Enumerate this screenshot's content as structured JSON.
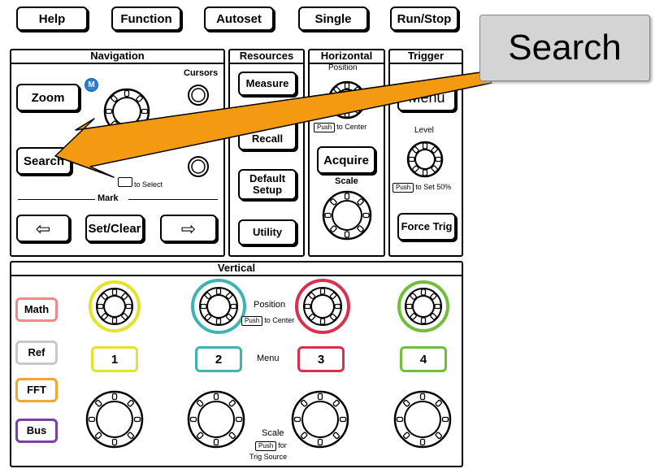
{
  "top_buttons": [
    "Help",
    "Function",
    "Autoset",
    "Single",
    "Run/Stop"
  ],
  "callout": {
    "label": "Search"
  },
  "navigation": {
    "title": "Navigation",
    "zoom": "Zoom",
    "m_badge": "M",
    "cursors": "Cursors",
    "search": "Search",
    "to_select": "to Select",
    "mark": "Mark",
    "left_arrow": "⇦",
    "set_clear": "Set/Clear",
    "right_arrow": "⇨"
  },
  "resources": {
    "title": "Resources",
    "measure": "Measure",
    "recall": "Recall",
    "default_setup_1": "Default",
    "default_setup_2": "Setup",
    "utility": "Utility"
  },
  "horizontal": {
    "title": "Horizontal",
    "position": "Position",
    "rush": "Push",
    "to_center": "to Center",
    "acquire": "Acquire",
    "scale": "Scale"
  },
  "trigger": {
    "title": "Trigger",
    "menu": "Menu",
    "level": "Level",
    "rush": "Push",
    "to_set": "to Set 50%",
    "force_trig": "Force Trig"
  },
  "vertical": {
    "title": "Vertical",
    "math": "Math",
    "ref": "Ref",
    "fft": "FFT",
    "bus": "Bus",
    "ch1": "1",
    "ch2": "2",
    "ch3": "3",
    "ch4": "4",
    "position": "Position",
    "rush": "Push",
    "to_center": "to Center",
    "menu": "Menu",
    "scale": "Scale",
    "rush2": "Push",
    "for": "for",
    "trig_source": "Trig Source"
  },
  "colors": {
    "ch1": "#e3e32a",
    "ch2": "#3fb3b3",
    "ch3": "#d9304e",
    "ch4": "#6fbf3a",
    "math": "#f08a8a",
    "ref": "#c8c8c8",
    "fft": "#f0a830",
    "bus": "#7b3fa6",
    "arrow": "#f39a12",
    "m_badge": "#2f7fd6"
  }
}
